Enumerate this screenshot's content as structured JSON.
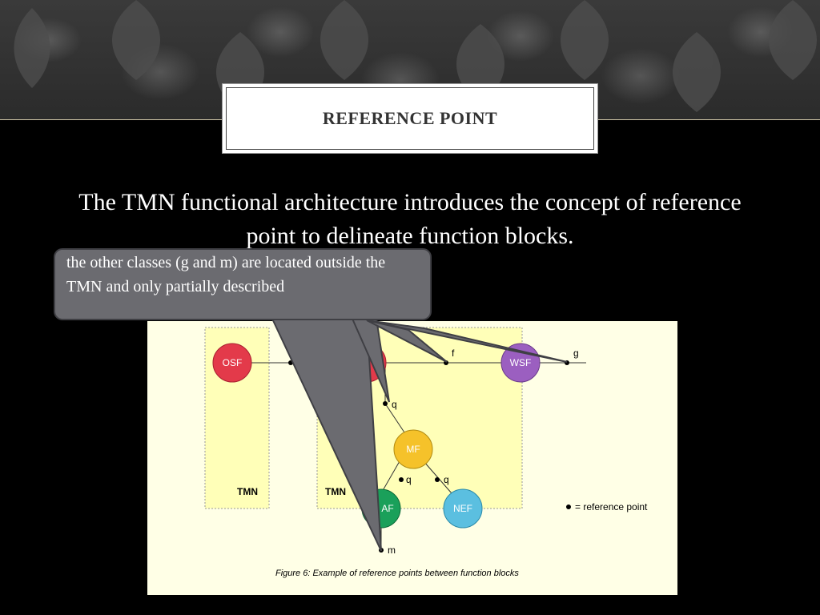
{
  "slide": {
    "title": "REFERENCE POINT",
    "body": "The TMN functional architecture introduces the concept of reference point to delineate function blocks."
  },
  "callout": {
    "text": "the other classes (g and m) are located outside the TMN and only partially described"
  },
  "figure": {
    "blocks": {
      "osf": "OSF",
      "wsf": "WSF",
      "mf": "MF",
      "af": "AF",
      "nef": "NEF"
    },
    "region_labels": [
      "TMN",
      "TMN"
    ],
    "ref_labels": {
      "f": "f",
      "g": "g",
      "q_top": "q",
      "q_left": "q",
      "q_right": "q",
      "m": "m"
    },
    "legend": "= reference point",
    "caption": "Figure 6: Example of reference points between function blocks",
    "colors": {
      "osf": "#e33a4a",
      "wsf": "#9b5fc0",
      "mf": "#f5c22a",
      "af": "#1aa05a",
      "nef": "#5bbfe0",
      "tmn_region": "#ffffb8",
      "callout": "#6b6b70"
    }
  }
}
